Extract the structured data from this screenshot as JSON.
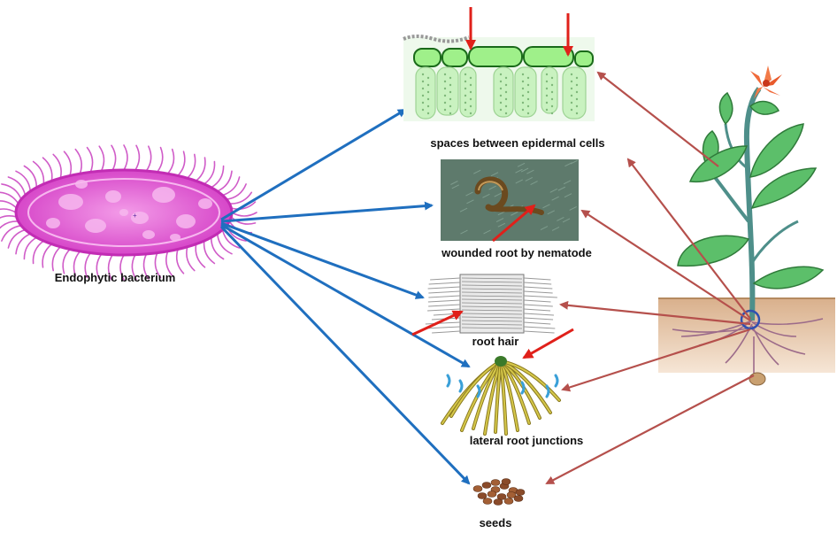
{
  "labels": {
    "bacterium": "Endophytic bacterium",
    "spaces": "spaces  between epidermal cells",
    "wounded": "wounded root by nematode",
    "root_hair": "root hair",
    "lateral": "lateral root junctions",
    "seeds": "seeds"
  },
  "colors": {
    "blue_arrow": "#1f6fbf",
    "red_arrow": "#e0201a",
    "brown_arrow": "#b5504c",
    "bacterium_body": "#e45ad6",
    "bacterium_flagella": "#d05cc8",
    "epidermis": "#8fe07a",
    "soil": "#e8c7a4",
    "stem": "#4e8f8a",
    "leaf": "#5cbf6a",
    "flower": "#f06a3a"
  },
  "icons": [
    "bacterium-icon",
    "epidermal-cells-image",
    "nematode-image",
    "root-hair-image",
    "lateral-root-image",
    "seeds-image",
    "plant-image"
  ]
}
